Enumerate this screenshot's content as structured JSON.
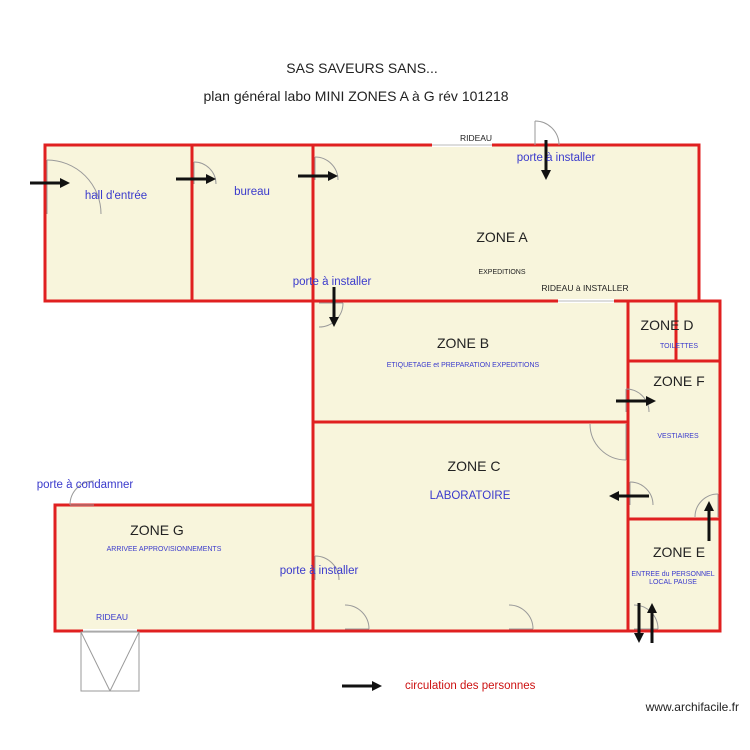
{
  "header": {
    "title": "SAS SAVEURS SANS...",
    "subtitle": "plan général labo MINI  ZONES A à G rév 101218"
  },
  "rooms": {
    "hall": {
      "label": "hall d'entrée"
    },
    "bureau": {
      "label": "bureau"
    },
    "zone_a": {
      "name": "ZONE A",
      "sub": "EXPEDITIONS"
    },
    "zone_b": {
      "name": "ZONE B",
      "sub": "ETIQUETAGE et PREPARATION EXPEDITIONS"
    },
    "zone_c": {
      "name": "ZONE C",
      "sub": "LABORATOIRE"
    },
    "zone_d": {
      "name": "ZONE D",
      "sub": "TOILETTES"
    },
    "zone_e": {
      "name": "ZONE E",
      "sub_line1": "ENTREE du PERSONNEL",
      "sub_line2": "LOCAL PAUSE"
    },
    "zone_f": {
      "name": "ZONE F",
      "sub": "VESTIAIRES"
    },
    "zone_g": {
      "name": "ZONE G",
      "sub": "ARRIVEE APPROVISIONNEMENTS"
    }
  },
  "annotations": {
    "rideau_top": "RIDEAU",
    "porte_top": "porte à installer",
    "porte_ab": "porte à installer",
    "rideau_installer": "RIDEAU à INSTALLER",
    "porte_condamner": "porte à condamner",
    "porte_gc": "porte à installer",
    "rideau_g": "RIDEAU"
  },
  "legend": {
    "label": "circulation des personnes"
  },
  "footer": {
    "watermark": "www.archifacile.fr"
  },
  "colors": {
    "wall": "#e02020",
    "room_fill": "#f8f5dc",
    "label_blue": "#3a3acc",
    "legend_red": "#cc1111"
  },
  "icons": {
    "arrow": "arrow-icon",
    "door": "door-swing-icon"
  }
}
